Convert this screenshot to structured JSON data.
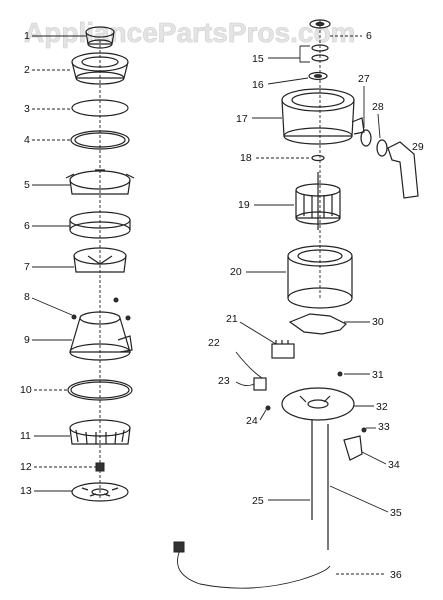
{
  "watermark": "AppliancePartsPros.com",
  "callouts": [
    "1",
    "2",
    "3",
    "4",
    "5",
    "6",
    "7",
    "8",
    "9",
    "10",
    "11",
    "12",
    "13",
    "15",
    "16",
    "17",
    "18",
    "19",
    "20",
    "21",
    "22",
    "23",
    "24",
    "25",
    "27",
    "28",
    "29",
    "30",
    "31",
    "32",
    "33",
    "34",
    "35",
    "36"
  ],
  "colors": {
    "ink": "#222222",
    "watermark": "#e4e4e4",
    "background": "#ffffff"
  }
}
